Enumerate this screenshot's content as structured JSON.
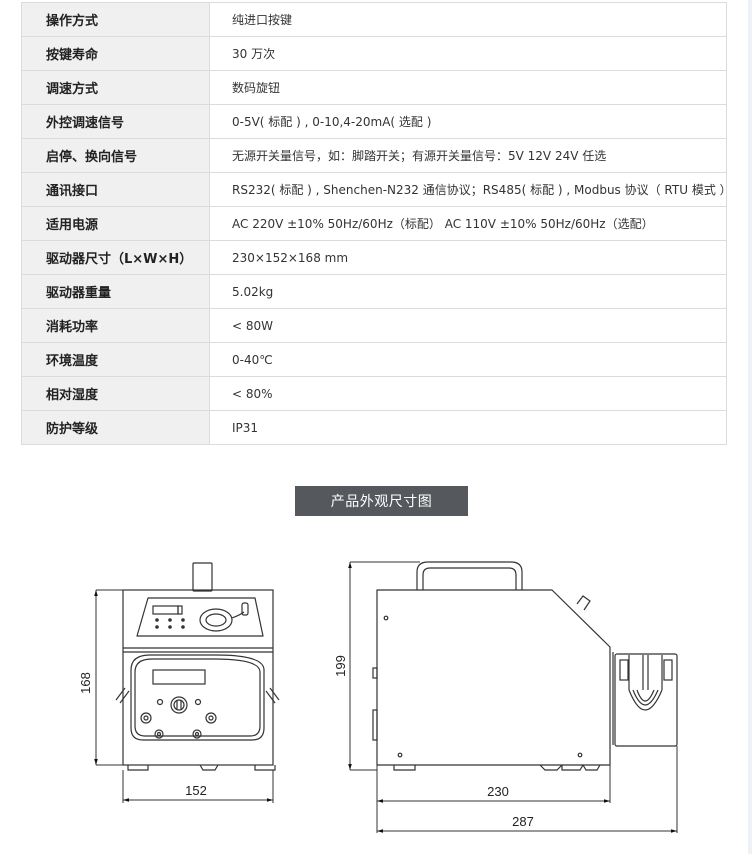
{
  "spec_table": {
    "rows": [
      {
        "label": "操作方式",
        "value": "纯进口按键"
      },
      {
        "label": "按键寿命",
        "value": "30 万次"
      },
      {
        "label": "调速方式",
        "value": "数码旋钮"
      },
      {
        "label": "外控调速信号",
        "value": "0-5V( 标配 ) , 0-10,4-20mA( 选配 )"
      },
      {
        "label": "启停、换向信号",
        "value": "无源开关量信号，如：脚踏开关；有源开关量信号：5V 12V 24V 任选"
      },
      {
        "label": "通讯接口",
        "value": "RS232( 标配 ) , Shenchen-N232 通信协议；RS485( 标配 ) , Modbus 协议（ RTU 模式 ）"
      },
      {
        "label": "适用电源",
        "value": "AC  220V ±10% 50Hz/60Hz（标配） AC  110V ±10% 50Hz/60Hz（选配）"
      },
      {
        "label": "驱动器尺寸（L×W×H）",
        "value": "230×152×168 mm"
      },
      {
        "label": "驱动器重量",
        "value": "5.02kg"
      },
      {
        "label": "消耗功率",
        "value": "< 80W"
      },
      {
        "label": "环境温度",
        "value": " 0-40℃"
      },
      {
        "label": "相对湿度",
        "value": "< 80%"
      },
      {
        "label": "防护等级",
        "value": "IP31"
      }
    ]
  },
  "section": {
    "title": "产品外观尺寸图"
  },
  "drawing": {
    "front_view": {
      "height_label": "168",
      "width_label": "152"
    },
    "side_view": {
      "height_label": "199",
      "body_width_label": "230",
      "total_width_label": "287"
    }
  },
  "colors": {
    "title_bg": "#55585c",
    "label_bg": "#f0f0f0",
    "border": "#dcdcdc"
  }
}
